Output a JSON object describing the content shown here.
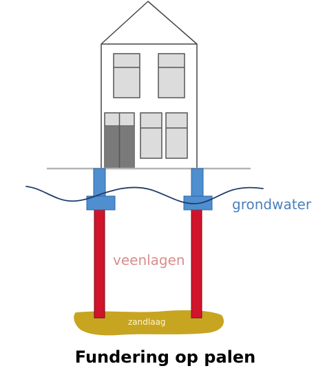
{
  "labels": {
    "groundwater": "grondwater",
    "peat_layers": "veenlagen",
    "sand_layer": "zandlaag",
    "title": "Fundering op palen"
  },
  "colors": {
    "house_outline": "#444444",
    "house_fill": "#ffffff",
    "window_fill": "#dcdcdc",
    "window_frame": "#555555",
    "door_fill": "#7a7a7a",
    "ground_line": "#b5b5b5",
    "water_line": "#1f3a6b",
    "pile_cap": "#4f8fd0",
    "pile_cap_stroke": "#2e64a0",
    "pile": "#d0142b",
    "pile_stroke": "#7a0a16",
    "sand": "#c7a521",
    "sand_text": "#fff6cc",
    "groundwater_text": "#4a7fbd",
    "peat_text": "#d98c8c",
    "title_text": "#000000"
  }
}
